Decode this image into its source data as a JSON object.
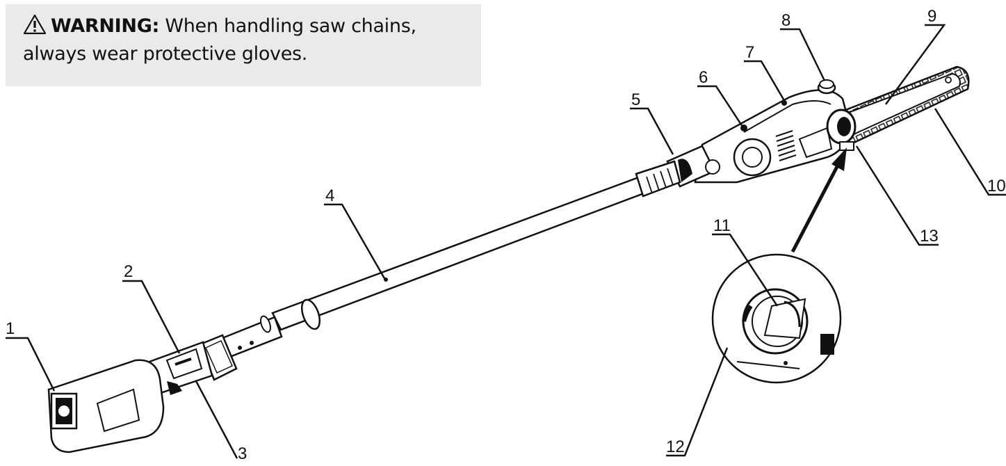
{
  "warning": {
    "icon": "warning-triangle-icon",
    "heading": "WARNING:",
    "line1_rest": " When handling saw chains,",
    "line2": "always wear protective gloves."
  },
  "callouts": {
    "c1": "1",
    "c2": "2",
    "c3": "3",
    "c4": "4",
    "c5": "5",
    "c6": "6",
    "c7": "7",
    "c8": "8",
    "c9": "9",
    "c10": "10",
    "c11": "11",
    "c12": "12",
    "c13": "13"
  }
}
